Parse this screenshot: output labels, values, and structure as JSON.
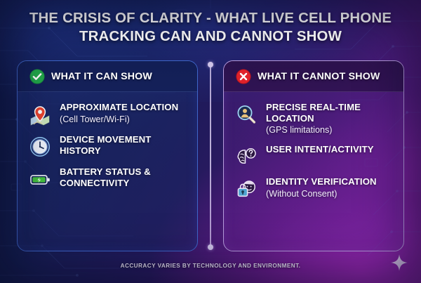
{
  "title": "THE CRISIS OF CLARITY - WHAT LIVE CELL PHONE TRACKING CAN AND CANNOT SHOW",
  "panels": {
    "can": {
      "header_label": "WHAT IT CAN SHOW",
      "badge_icon": "check-circle-icon",
      "badge_color": "#22a84a",
      "border_color": "#3f66c9",
      "items": [
        {
          "icon": "map-pin-location-icon",
          "main": "APPROXIMATE LOCATION",
          "sub": "(Cell Tower/Wi-Fi)"
        },
        {
          "icon": "clock-icon",
          "main": "DEVICE MOVEMENT HISTORY",
          "sub": ""
        },
        {
          "icon": "battery-charging-icon",
          "main": "BATTERY STATUS & CONNECTIVITY",
          "sub": ""
        }
      ]
    },
    "cannot": {
      "header_label": "WHAT IT CANNOT SHOW",
      "badge_icon": "x-circle-icon",
      "badge_color": "#e0222a",
      "border_color": "#b79ddd",
      "items": [
        {
          "icon": "magnifier-person-icon",
          "main": "PRECISE REAL-TIME LOCATION",
          "sub": "(GPS limitations)"
        },
        {
          "icon": "brain-question-icon",
          "main": "USER INTENT/ACTIVITY",
          "sub": ""
        },
        {
          "icon": "lock-face-identity-icon",
          "main": "IDENTITY VERIFICATION",
          "sub": "(Without Consent)"
        }
      ]
    }
  },
  "divider": {
    "icon": "vertical-dotted-divider",
    "color": "#cfc4e8"
  },
  "footer": {
    "note": "ACCURACY VARIES BY TECHNOLOGY AND ENVIRONMENT.",
    "sparkle_icon": "sparkle-star-icon"
  },
  "theme": {
    "background_start": "#101a4a",
    "background_end": "#7d23a4",
    "text_color": "#ffffff",
    "accent_green": "#22a84a",
    "accent_red": "#e0222a"
  }
}
